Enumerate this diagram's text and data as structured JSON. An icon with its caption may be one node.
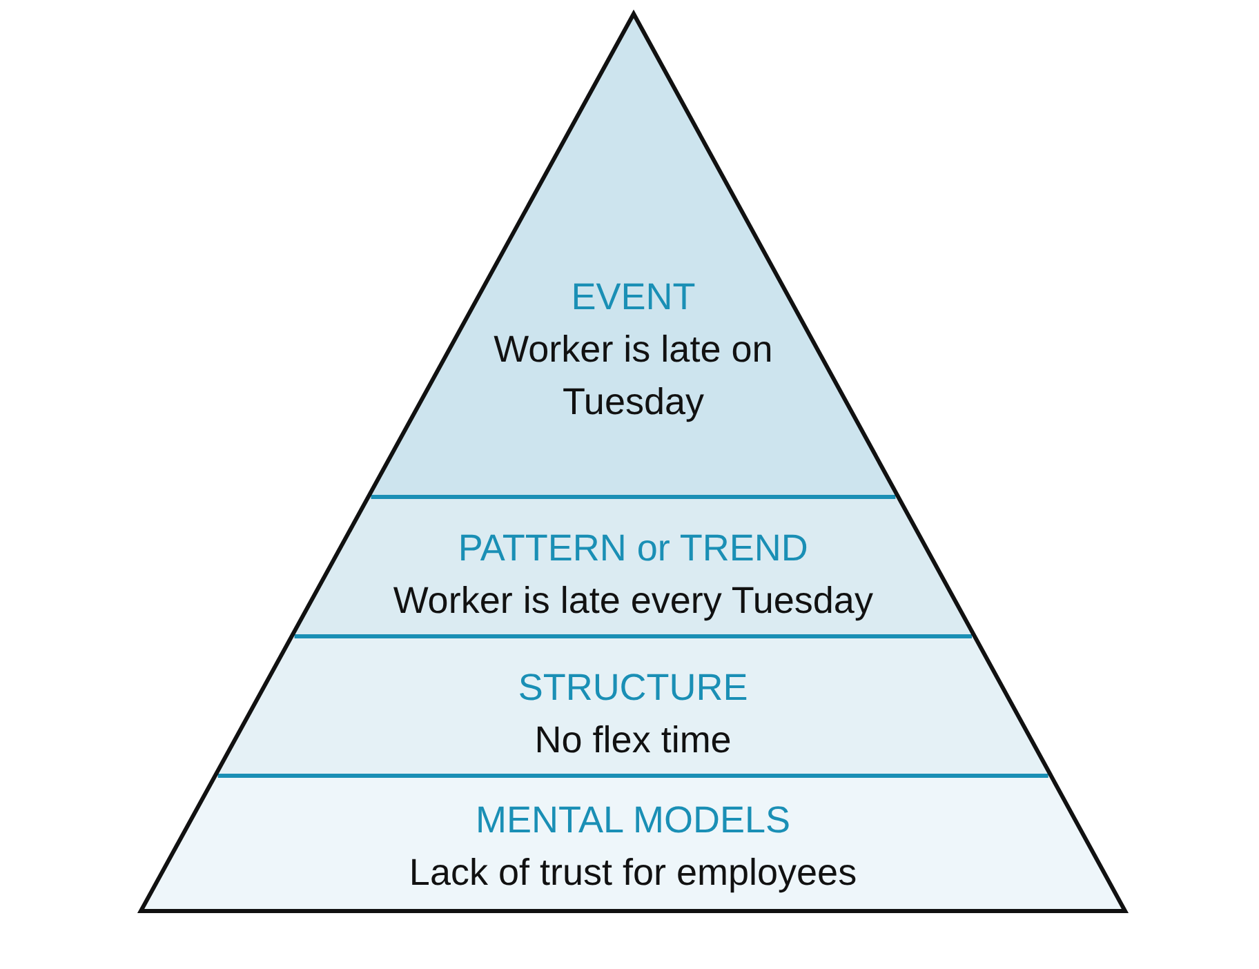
{
  "diagram": {
    "nodes": [
      {
        "text": [
          "EVENT",
          "Worker is late on Tuesday"
        ]
      },
      {
        "text": [
          "PATTERN or TREND",
          "Worker is late every Tuesday"
        ]
      },
      {
        "text": [
          "STRUCTURE",
          "No flex time"
        ]
      },
      {
        "text": [
          "MENTAL MODELS",
          "Lack of trust for employees"
        ]
      }
    ]
  }
}
